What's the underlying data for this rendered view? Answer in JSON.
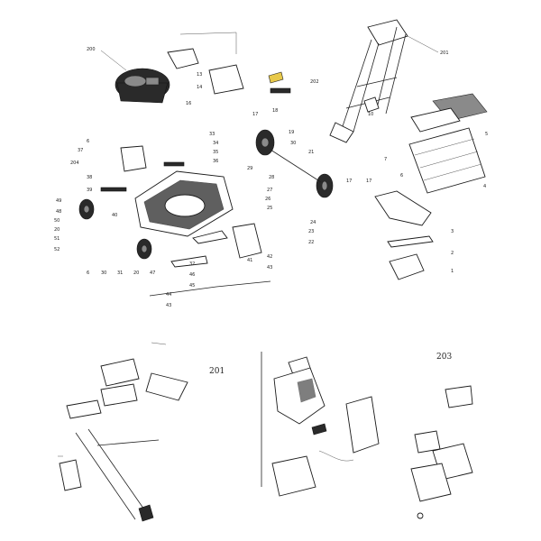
{
  "section_labels": {
    "s201": "201",
    "s203": "203"
  },
  "callouts": {
    "c201_top": "201",
    "c200": "200",
    "c202": "202",
    "c204": "204",
    "c5": "5",
    "c4": "4",
    "c3": "3",
    "c2": "2",
    "c1": "1",
    "c6": "6",
    "c7": "7",
    "c10": "10",
    "c13": "13",
    "c14": "14",
    "c16": "16",
    "c17": "17",
    "c18": "18",
    "c19": "19",
    "c20": "20",
    "c21": "21",
    "c22": "22",
    "c23": "23",
    "c24": "24",
    "c25": "25",
    "c26": "26",
    "c27": "27",
    "c28": "28",
    "c29": "29",
    "c30": "30",
    "c31": "31",
    "c32": "32",
    "c33": "33",
    "c34": "34",
    "c35": "35",
    "c36": "36",
    "c37": "37",
    "c38": "38",
    "c39": "39",
    "c40": "40",
    "c41": "41",
    "c42": "42",
    "c43": "43",
    "c44": "44",
    "c45": "45",
    "c46": "46",
    "c47": "47",
    "c48": "48",
    "c49": "49",
    "c50": "50",
    "c51": "51",
    "c52": "52"
  },
  "colors": {
    "line": "#222222",
    "accent": "#e8c94a",
    "dark": "#2a2a2a"
  }
}
